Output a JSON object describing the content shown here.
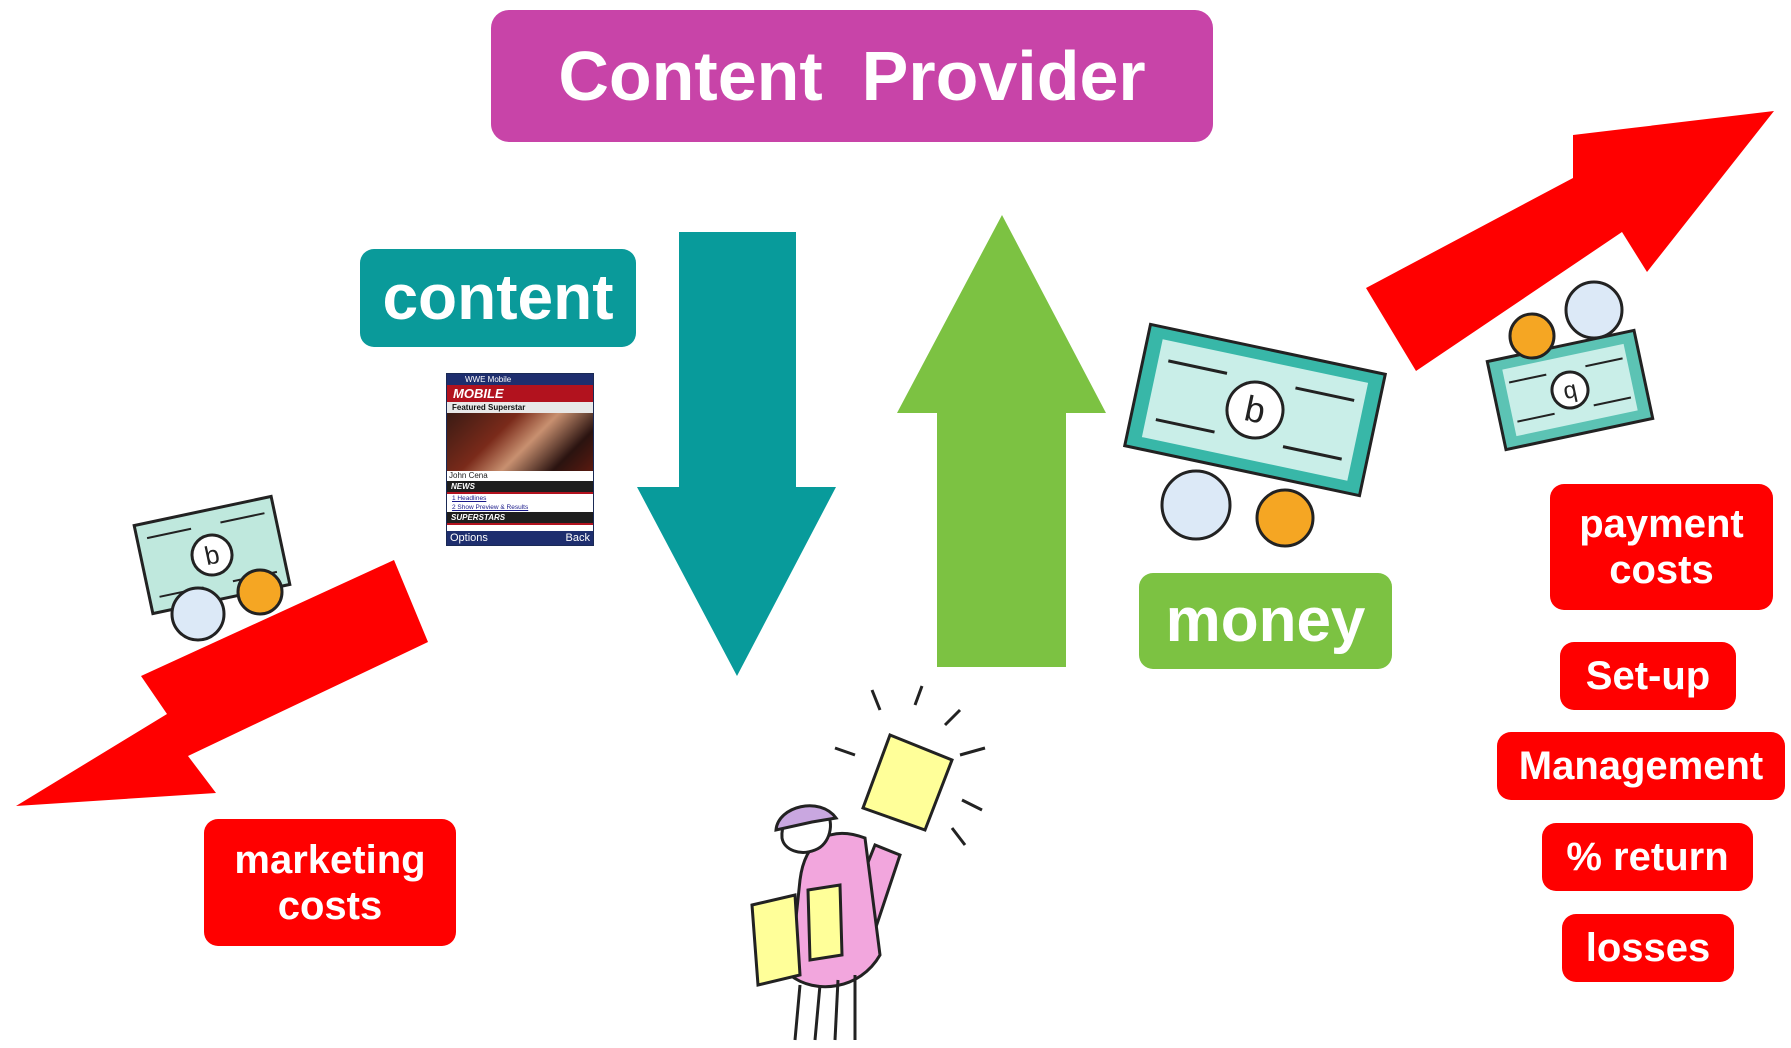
{
  "title": "Content  Provider",
  "labels": {
    "content": "content",
    "money": "money",
    "marketing_costs": [
      "marketing",
      "costs"
    ],
    "payment_costs": [
      "payment",
      "costs"
    ],
    "cost_items": [
      "Set-up",
      "Management",
      "% return",
      "losses"
    ]
  },
  "phone_screen": {
    "window_title": "WWE Mobile",
    "header": "MOBILE",
    "subheader": "Featured Superstar",
    "caption": "John Cena",
    "news_heading": "NEWS",
    "news_links": [
      "1 Headlines",
      "2 Show Preview & Results"
    ],
    "superstars_heading": "SUPERSTARS",
    "softkey_left": "Options",
    "softkey_right": "Back"
  },
  "colors": {
    "title_box": "#c844a8",
    "content_box": "#0a9a9a",
    "money_box": "#7cc242",
    "down_arrow": "#089b9b",
    "up_arrow": "#7cc242",
    "cost_arrows": "#ff0000",
    "cost_labels": "#ff0000"
  },
  "icons": [
    "money-icon",
    "customer-with-phone-icon",
    "wwe-mobile-screenshot"
  ]
}
